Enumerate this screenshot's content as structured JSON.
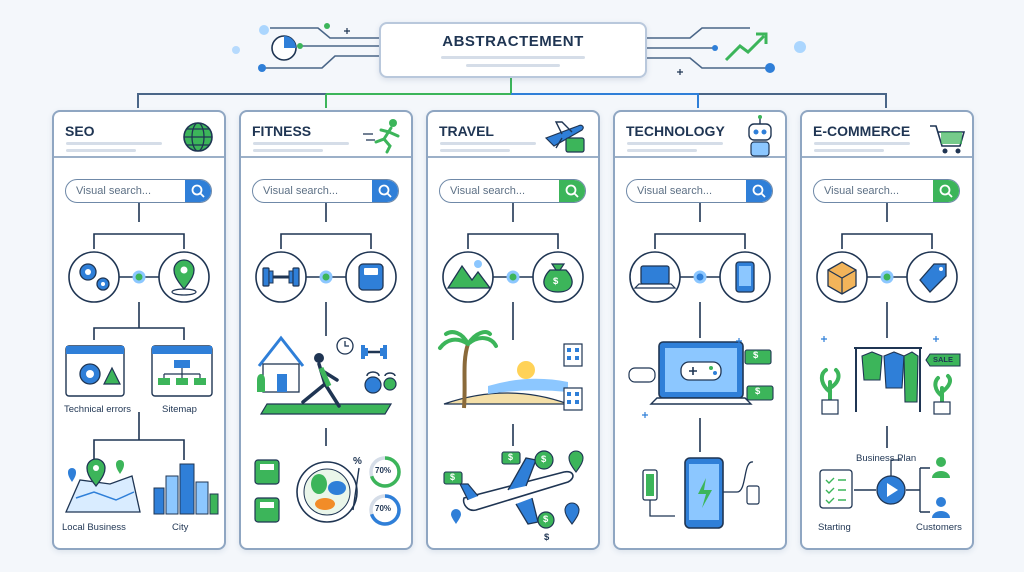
{
  "header": {
    "title": "ABSTRACTEMENT"
  },
  "search_placeholder": "Visual search...",
  "panels": [
    {
      "title": "SEO",
      "labels": [
        "Technical errors",
        "Sitemap",
        "Local Business",
        "City"
      ]
    },
    {
      "title": "FITNESS",
      "badges": [
        "70%",
        "70%"
      ],
      "symbols": [
        "%"
      ]
    },
    {
      "title": "TRAVEL",
      "symbols": [
        "$",
        "$",
        "$",
        "$",
        "$",
        "$"
      ]
    },
    {
      "title": "TECHNOLOGY",
      "symbols": [
        "$",
        "$"
      ]
    },
    {
      "title": "E-COMMERCE",
      "labels": [
        "Business Plan",
        "Starting",
        "Customers"
      ],
      "tags": [
        "SALE"
      ]
    }
  ],
  "colors": {
    "accent_blue": "#2f7fd8",
    "accent_green": "#3cb55a",
    "navy": "#1f3553",
    "panel_border": "#8fa6c2"
  }
}
